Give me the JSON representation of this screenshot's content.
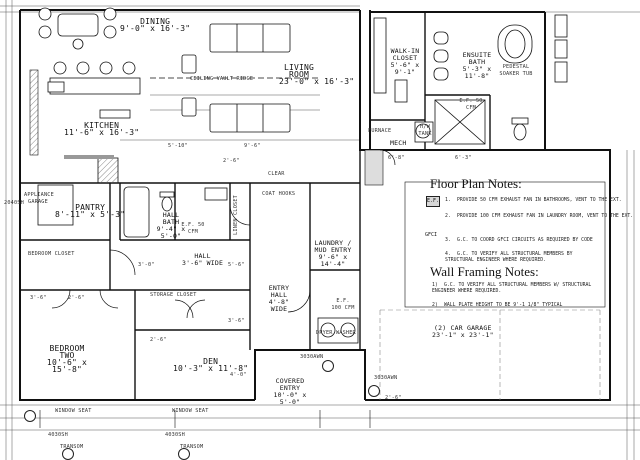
{
  "rooms": {
    "dining": {
      "name": "DINING",
      "dims": "9'-0\" x 16'-3\""
    },
    "living": {
      "name": "LIVING ROOM",
      "dims": "23'-0\" x 16'-3\""
    },
    "kitchen": {
      "name": "KITCHEN",
      "dims": "11'-6\" x 16'-3\""
    },
    "walkin": {
      "name": "WALK-IN CLOSET",
      "dims": "5'-6\" x 9'-1\""
    },
    "ensuite": {
      "name": "ENSUITE BATH",
      "dims": "5'-3\" x 11'-8\""
    },
    "pantry": {
      "name": "PANTRY",
      "dims": "8'-11\" x 5'-3\""
    },
    "hall_bath": {
      "name": "HALL BATH",
      "dims": "9'-4\" x 5'-0\""
    },
    "hall": {
      "name": "HALL",
      "dims": "3'-6\" WIDE"
    },
    "laundry": {
      "name": "LAUNDRY / MUD ENTRY",
      "dims": "9'-6\" x 14'-4\""
    },
    "entry_hall": {
      "name": "ENTRY HALL",
      "dims": "4'-8\" WIDE"
    },
    "bedroom": {
      "name": "BEDROOM TWO",
      "dims": "10'-6\" x 15'-8\""
    },
    "den": {
      "name": "DEN",
      "dims": "10'-3\" x 11'-8\""
    },
    "garage": {
      "name": "(2) CAR GARAGE",
      "dims": "23'-1\" x 23'-1\""
    },
    "covered_entry": {
      "name": "COVERED ENTRY",
      "dims": "10'-0\" x 5'-0\""
    },
    "mech": {
      "name": "MECH"
    }
  },
  "fixtures": {
    "ceiling": "CEILING VAULT RIDGE",
    "coat_hooks": "COAT HOOKS",
    "bedroom_closet": "BEDROOM CLOSET",
    "storage_closet": "STORAGE CLOSET",
    "window_seat": "WINDOW SEAT",
    "window_seat_2": "WINDOW SEAT",
    "transom_1": "TRANSOM",
    "transom_2": "TRANSOM",
    "clear": "CLEAR",
    "linen": "LINEN CLOSET",
    "appliance": "APPLIANCE GARAGE",
    "pedestal_tub": "PEDESTAL SOAKER TUB",
    "ef_ensuite": "E.F. 50 CFM",
    "ef_hall": "E.F. 50 CFM",
    "ef_laundry": "E.F. 100 CFM",
    "dryer_washer": "DRYER  WASHER",
    "furnace": "FURNACE",
    "hw_tank": "H/W TANK",
    "w2": "2040SH",
    "w3": "3030AWN",
    "w4": "3030AWN",
    "w5": "4030SH",
    "w6": "4030SH"
  },
  "notes": {
    "title": "Floor Plan Notes:",
    "legend_symbol": "E.F.",
    "legend_gfci": "GFCI",
    "items": [
      {
        "num": "1.",
        "text": "PROVIDE 50 CFM EXHAUST FAN IN BATHROOMS, VENT TO THE EXT."
      },
      {
        "num": "2.",
        "text": "PROVIDE 100 CFM EXHAUST FAN IN LAUNDRY ROOM, VENT TO THE EXT."
      },
      {
        "num": "3.",
        "text": "G.C. TO COORD GFCI CIRCUITS AS REQUIRED BY CODE"
      },
      {
        "num": "4.",
        "text": "G.C. TO VERIFY ALL STRUCTURAL MEMBERS BY STRUCTURAL ENGINEER WHERE REQUIRED."
      }
    ]
  },
  "framing": {
    "title": "Wall Framing Notes:",
    "items": [
      {
        "num": "1)",
        "text": "G.C. TO VERIFY ALL STRUCTURAL MEMBERS W/ STRUCTURAL ENGINEER WHERE REQUIRED."
      },
      {
        "num": "2)",
        "text": "WALL PLATE HEIGHT TO BE 9'-1 1/8\" TYPICAL"
      }
    ]
  },
  "dimensions": {
    "d1": "9'-6\"",
    "d2": "5'-10\"",
    "d3": "2'-6\"",
    "d4": "6'-3\"",
    "d5": "6'-8\"",
    "d6": "3'-6\"",
    "d7": "2'-6\"",
    "d8": "3'-0\"",
    "d9": "5'-6\"",
    "d10": "4'-0\"",
    "d11": "2'-6\"",
    "d12": "3'-6\"",
    "d13": "2'-6\""
  },
  "colors": {
    "line": "#111111",
    "wall_fill": "#cfcfcf",
    "hatch": "#9a9a9a",
    "paper": "#ffffff"
  }
}
